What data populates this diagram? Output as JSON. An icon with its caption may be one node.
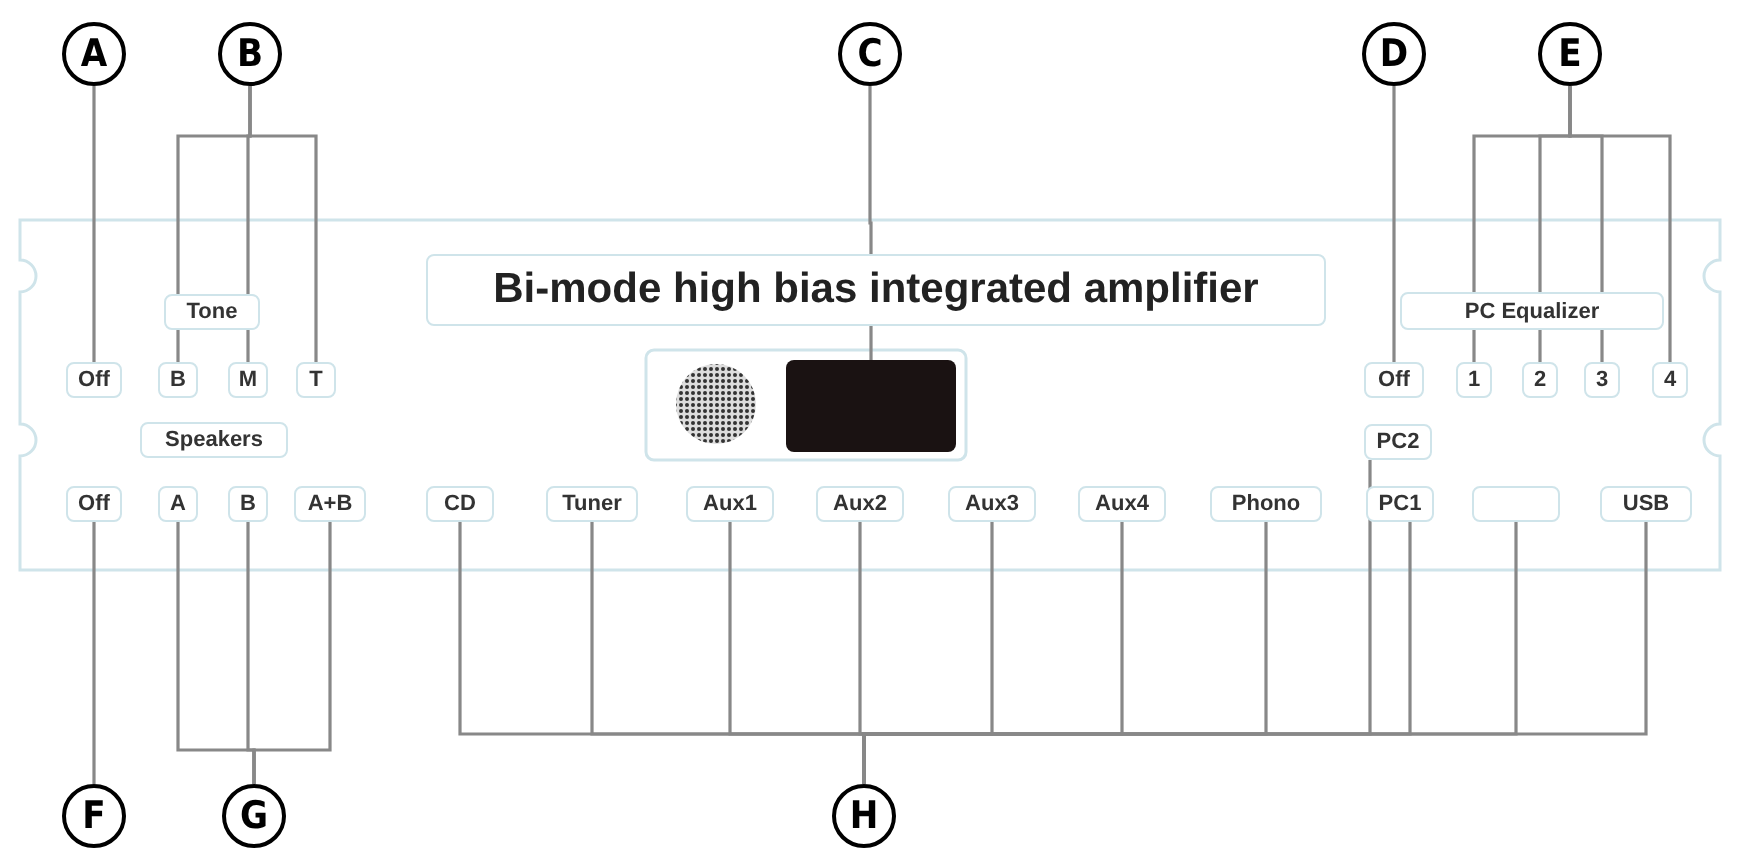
{
  "diagram": {
    "nodes": [
      {
        "text": [
          "A"
        ]
      },
      {
        "text": [
          "B"
        ]
      },
      {
        "text": [
          "C"
        ]
      },
      {
        "text": [
          "D"
        ]
      },
      {
        "text": [
          "E"
        ]
      },
      {
        "text": [
          "Bi-mode high bias integrated amplifier"
        ]
      },
      {
        "text": [
          "Tone"
        ]
      },
      {
        "text": [
          "Off"
        ]
      },
      {
        "text": [
          "B"
        ]
      },
      {
        "text": [
          "M"
        ]
      },
      {
        "text": [
          "T"
        ]
      },
      {
        "text": [],
        "shape": "box"
      },
      {
        "text": [
          "PC Equalizer"
        ]
      },
      {
        "text": [
          "Off"
        ]
      },
      {
        "text": [
          "1"
        ]
      },
      {
        "text": [
          "2"
        ]
      },
      {
        "text": [
          "3"
        ]
      },
      {
        "text": [
          "4"
        ]
      },
      {
        "text": [
          "Speakers"
        ]
      },
      {
        "text": [
          "PC2"
        ]
      },
      {
        "text": [
          "Off"
        ]
      },
      {
        "text": [
          "A"
        ]
      },
      {
        "text": [
          "B"
        ]
      },
      {
        "text": [
          "A+B"
        ]
      },
      {
        "text": [
          "CD"
        ]
      },
      {
        "text": [
          "Tuner"
        ]
      },
      {
        "text": [
          "Aux1"
        ]
      },
      {
        "text": [
          "Aux2"
        ]
      },
      {
        "text": [
          "Aux3"
        ]
      },
      {
        "text": [
          "Aux4"
        ]
      },
      {
        "text": [
          "Phono"
        ]
      },
      {
        "text": [
          "PC1"
        ]
      },
      {
        "text": [],
        "shape": "box"
      },
      {
        "text": [
          "USB"
        ]
      },
      {
        "text": [
          "F"
        ]
      },
      {
        "text": [
          "G"
        ]
      },
      {
        "text": [
          "H"
        ]
      }
    ],
    "edges": [
      {
        "from": 0,
        "to": 7,
        "arrow": "none"
      },
      {
        "from": 1,
        "to": 8,
        "arrow": "none"
      },
      {
        "from": 1,
        "to": 9,
        "arrow": "none"
      },
      {
        "from": 1,
        "to": 10,
        "arrow": "none"
      },
      {
        "from": 2,
        "to": 11,
        "arrow": "none"
      },
      {
        "from": 3,
        "to": 13,
        "arrow": "none"
      },
      {
        "from": 4,
        "to": 14,
        "arrow": "none"
      },
      {
        "from": 4,
        "to": 15,
        "arrow": "none"
      },
      {
        "from": 4,
        "to": 16,
        "arrow": "none"
      },
      {
        "from": 4,
        "to": 17,
        "arrow": "none"
      },
      {
        "from": 34,
        "to": 20,
        "arrow": "none"
      },
      {
        "from": 35,
        "to": 21,
        "arrow": "none"
      },
      {
        "from": 35,
        "to": 22,
        "arrow": "none"
      },
      {
        "from": 35,
        "to": 23,
        "arrow": "none"
      },
      {
        "from": 36,
        "to": 24,
        "arrow": "none"
      },
      {
        "from": 36,
        "to": 25,
        "arrow": "none"
      },
      {
        "from": 36,
        "to": 26,
        "arrow": "none"
      },
      {
        "from": 36,
        "to": 27,
        "arrow": "none"
      },
      {
        "from": 36,
        "to": 28,
        "arrow": "none"
      },
      {
        "from": 36,
        "to": 29,
        "arrow": "none"
      },
      {
        "from": 36,
        "to": 30,
        "arrow": "none"
      },
      {
        "from": 36,
        "to": 19,
        "arrow": "none"
      },
      {
        "from": 36,
        "to": 31,
        "arrow": "none"
      },
      {
        "from": 36,
        "to": 32,
        "arrow": "none"
      },
      {
        "from": 36,
        "to": 33,
        "arrow": "none"
      }
    ]
  }
}
